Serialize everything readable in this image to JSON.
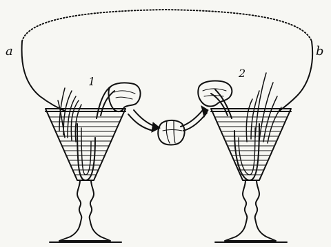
{
  "figure": {
    "wire_end_left": "a",
    "wire_end_right": "b",
    "glass_left_number": "1",
    "glass_right_number": "2"
  },
  "colors": {
    "background": "#f7f7f3",
    "ink": "#111111"
  }
}
